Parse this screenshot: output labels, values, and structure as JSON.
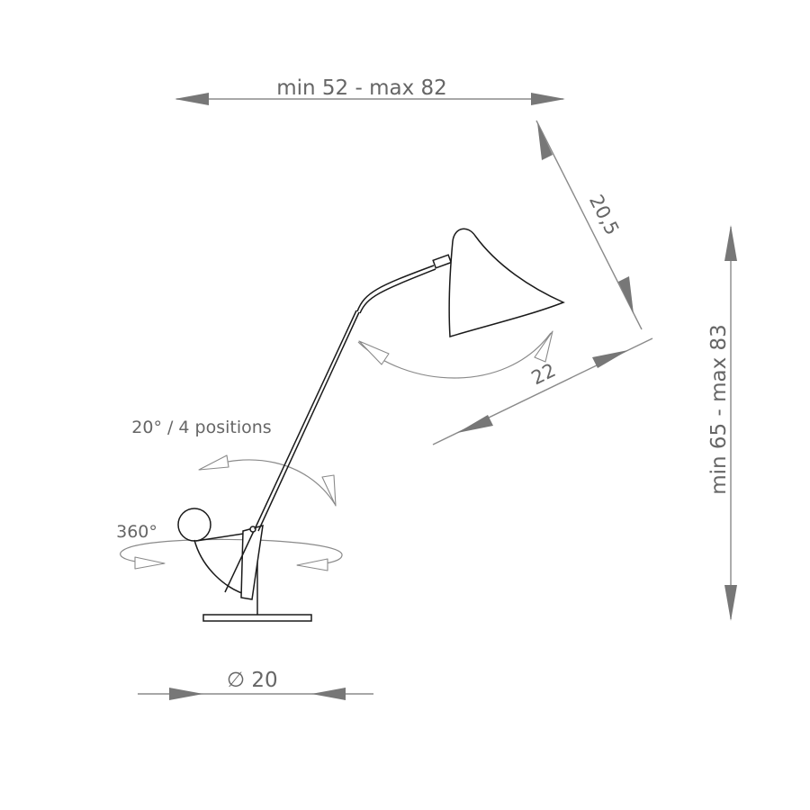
{
  "dimensions": {
    "width_label": "min 52 - max 82",
    "height_label": "min 65 - max 83",
    "shade_label": "20,5",
    "reach_label": "22",
    "base_label": "20",
    "base_symbol": "∅"
  },
  "annotations": {
    "tilt_label": "20° / 4 positions",
    "rotation_label": "360°"
  },
  "colors": {
    "dimension": "#8a8a8a",
    "arrowhead": "#777777",
    "text": "#666666",
    "lamp": "#1a1a1a"
  }
}
